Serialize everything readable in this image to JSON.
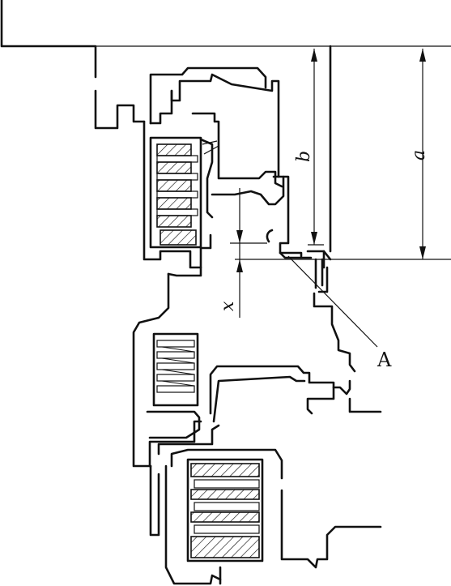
{
  "labels": {
    "a": "a",
    "b": "b",
    "x": "x",
    "A": "A"
  }
}
